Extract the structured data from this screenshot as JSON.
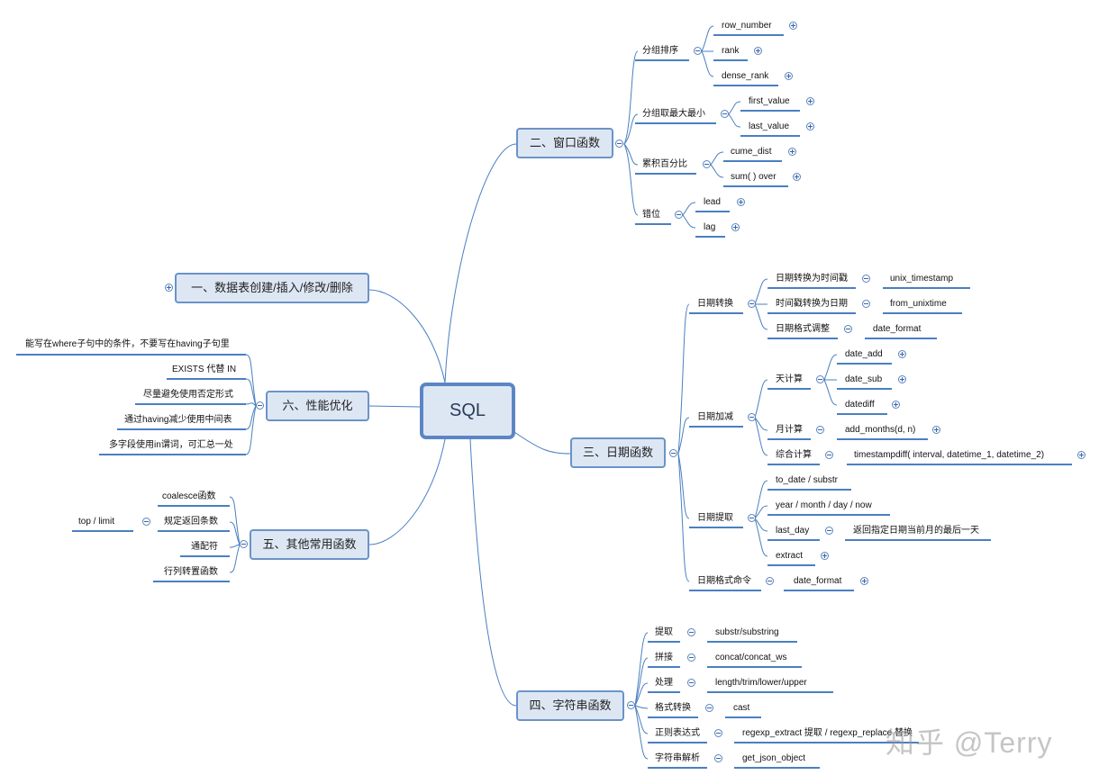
{
  "center": "SQL",
  "watermark": "知乎 @Terry",
  "colors": {
    "line": "#4a7fc1",
    "topic_fill": "#dde7f4",
    "topic_border": "#6b93c8"
  },
  "topics": {
    "t1": "一、数据表创建/插入/修改/删除",
    "t2": "二、窗口函数",
    "t3": "三、日期函数",
    "t4": "四、字符串函数",
    "t5": "五、其他常用函数",
    "t6": "六、性能优化"
  },
  "window": {
    "group_sort": "分组排序",
    "row_number": "row_number",
    "rank": "rank",
    "dense_rank": "dense_rank",
    "group_minmax": "分组取最大最小",
    "first_value": "first_value",
    "last_value": "last_value",
    "cum_pct": "累积百分比",
    "cume_dist": "cume_dist",
    "sum_over": "sum( ) over",
    "offset": "错位",
    "lead": "lead",
    "lag": "lag"
  },
  "date": {
    "convert": "日期转换",
    "to_timestamp": "日期转换为时间戳",
    "unix_timestamp": "unix_timestamp",
    "to_date": "时间戳转换为日期",
    "from_unixtime": "from_unixtime",
    "format_adjust": "日期格式调整",
    "date_format": "date_format",
    "add_sub": "日期加减",
    "day_calc": "天计算",
    "date_add": "date_add",
    "date_sub": "date_sub",
    "datediff": "datediff",
    "month_calc": "月计算",
    "add_months": "add_months(d, n)",
    "combined_calc": "综合计算",
    "timestampdiff": "timestampdiff( interval, datetime_1, datetime_2)",
    "extract_group": "日期提取",
    "to_date_substr": "to_date / substr",
    "ymd_now": "year / month / day / now",
    "last_day": "last_day",
    "last_day_desc": "返回指定日期当前月的最后一天",
    "extract": "extract",
    "format_cmd": "日期格式命令",
    "date_format2": "date_format"
  },
  "string": {
    "extract": "提取",
    "substr": "substr/substring",
    "concat_label": "拼接",
    "concat": "concat/concat_ws",
    "process": "处理",
    "length": "length/trim/lower/upper",
    "format_convert": "格式转换",
    "cast": "cast",
    "regex": "正则表达式",
    "regex_fn": "regexp_extract 提取 / regexp_replace 替换",
    "parse": "字符串解析",
    "get_json": "get_json_object"
  },
  "other": {
    "coalesce": "coalesce函数",
    "limit_count": "规定返回条数",
    "top_limit": "top / limit",
    "wildcard": "通配符",
    "pivot": "行列转置函数"
  },
  "perf": {
    "where": "能写在where子句中的条件，不要写在having子句里",
    "exists": "EXISTS 代替 IN",
    "avoid_neg": "尽量避免使用否定形式",
    "having": "通过having减少使用中间表",
    "in_pred": "多字段使用in谓词，可汇总一处"
  }
}
